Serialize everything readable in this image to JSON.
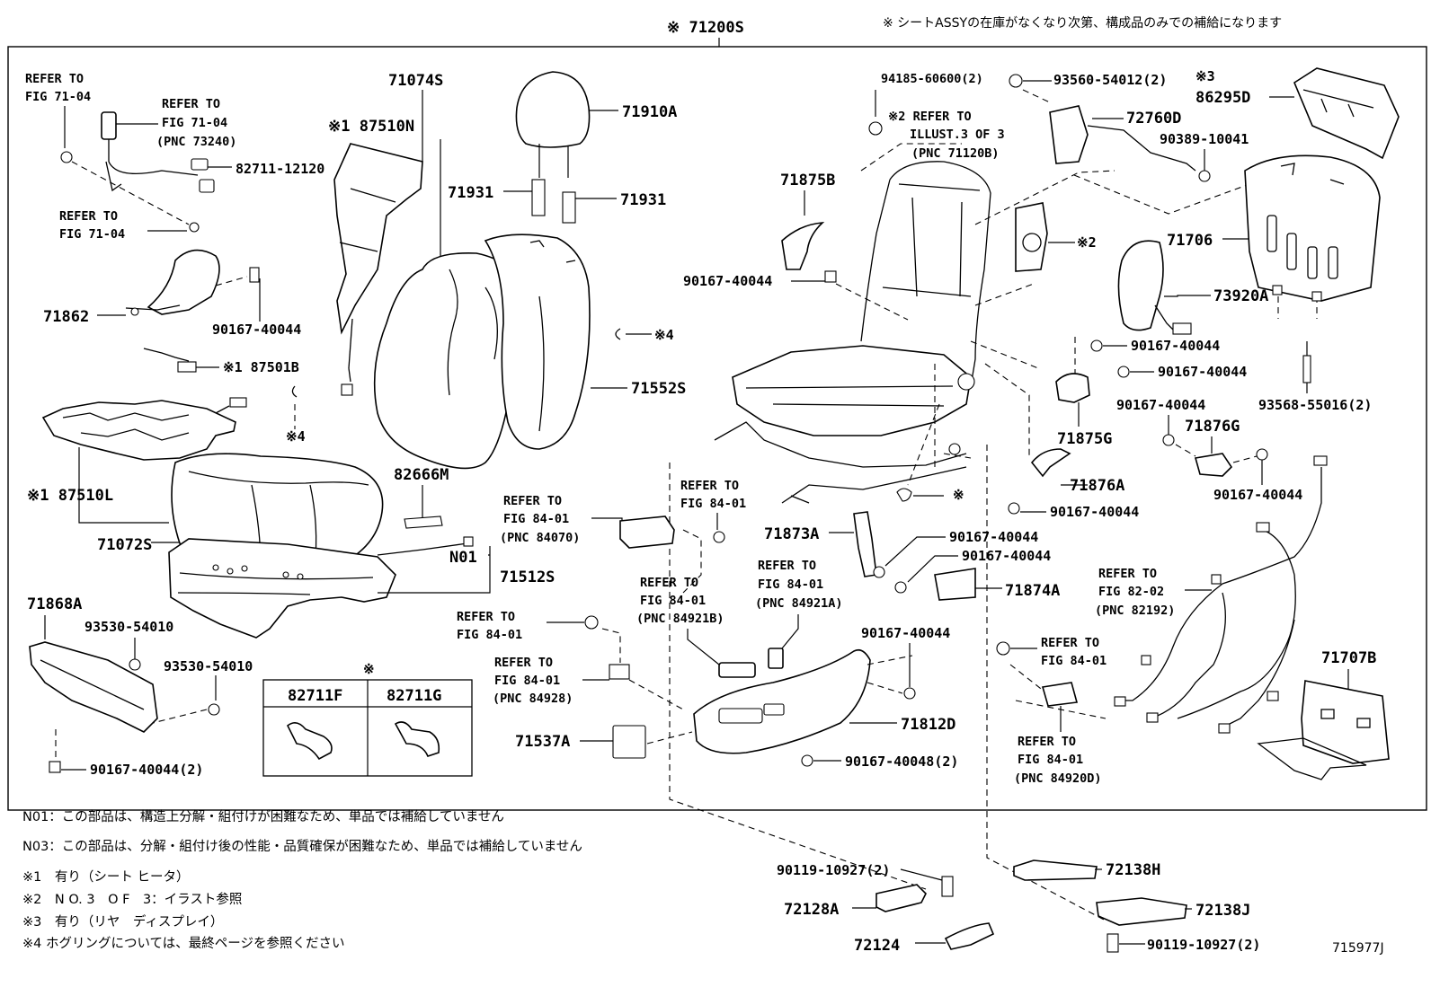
{
  "header": {
    "assy_number": "※ 71200S",
    "supply_note": "※ シートASSYの在庫がなくなり次第、構成品のみでの補給になります"
  },
  "labels": {
    "refer_fig7104_a_l1": "REFER TO",
    "refer_fig7104_a_l2": "FIG 71-04",
    "refer_fig7104_b_l1": "REFER TO",
    "refer_fig7104_b_l2": "FIG 71-04",
    "refer_fig7104_b_l3": "(PNC 73240)",
    "refer_fig7104_c_l1": "REFER TO",
    "refer_fig7104_c_l2": "FIG 71-04",
    "p82711_12120": "82711-12120",
    "p71862": "71862",
    "p90167_40044_a": "90167-40044",
    "p87501B": "※1 87501B",
    "p87510N": "※1 87510N",
    "p71074S": "71074S",
    "p71910A": "71910A",
    "p71931_a": "71931",
    "p71931_b": "71931",
    "p71552S": "71552S",
    "p_mark4_a": "※4",
    "p_mark4_b": "※4",
    "p87510L": "※1 87510L",
    "p71072S": "71072S",
    "p82666M": "82666M",
    "pN01": "N01",
    "p71512S": "71512S",
    "p71868A": "71868A",
    "p93530_54010_a": "93530-54010",
    "p93530_54010_b": "93530-54010",
    "p90167_40044_2_a": "90167-40044(2)",
    "table_mark": "※",
    "table_col1": "82711F",
    "table_col2": "82711G",
    "refer_8401_a_l1": "REFER TO",
    "refer_8401_a_l2": "FIG 84-01",
    "refer_8401_a_l3": "(PNC 84070)",
    "refer_8401_b_l1": "REFER TO",
    "refer_8401_b_l2": "FIG 84-01",
    "refer_8401_c_l1": "REFER TO",
    "refer_8401_c_l2": "FIG 84-01",
    "refer_8401_c_l3": "(PNC 84921B)",
    "refer_8401_d_l1": "REFER TO",
    "refer_8401_d_l2": "FIG 84-01",
    "refer_8401_d_l3": "(PNC 84921A)",
    "refer_8401_e_l1": "REFER TO",
    "refer_8401_e_l2": "FIG 84-01",
    "refer_8401_f_l1": "REFER TO",
    "refer_8401_f_l2": "FIG 84-01",
    "refer_8401_f_l3": "(PNC 84928)",
    "refer_8401_g_l1": "REFER TO",
    "refer_8401_g_l2": "FIG 84-01",
    "refer_8401_h_l1": "REFER TO",
    "refer_8401_h_l2": "FIG 84-01",
    "refer_8401_h_l3": "(PNC 84920D)",
    "refer_8202_l1": "REFER TO",
    "refer_8202_l2": "FIG 82-02",
    "refer_8202_l3": "(PNC 82192)",
    "p71537A": "71537A",
    "p71812D": "71812D",
    "p90167_40048_2": "90167-40048(2)",
    "p90167_40044_b": "90167-40044",
    "p71873A": "71873A",
    "p90167_40044_c": "90167-40044",
    "p90167_40044_d": "90167-40044",
    "p71874A": "71874A",
    "p94185_60600": "94185-60600(2)",
    "p_mark2_refer_l1": "※2 REFER TO",
    "p_mark2_refer_l2": "ILLUST.3 OF 3",
    "p_mark2_refer_l3": "(PNC 71120B)",
    "p71875B": "71875B",
    "p90167_40044_e": "90167-40044",
    "p_mark_frame": "※",
    "p93560_54012": "93560-54012(2)",
    "p_mark3": "※3",
    "p72760D": "72760D",
    "p86295D": "86295D",
    "p90389_10041": "90389-10041",
    "p_mark2": "※2",
    "p71706": "71706",
    "p73920A": "73920A",
    "p90167_40044_f": "90167-40044",
    "p90167_40044_g": "90167-40044",
    "p71875G": "71875G",
    "p90167_40044_h": "90167-40044",
    "p93568_55016": "93568-55016(2)",
    "p71876G": "71876G",
    "p71876A": "71876A",
    "p90167_40044_i": "90167-40044",
    "p90167_40044_j": "90167-40044",
    "p71707B": "71707B",
    "p90119_10927_a": "90119-10927(2)",
    "p72128A": "72128A",
    "p72124": "72124",
    "p72138H": "72138H",
    "p72138J": "72138J",
    "p90119_10927_b": "90119-10927(2)"
  },
  "notes": {
    "n01": "N01：この部品は、構造上分解・組付けが困難なため、単品では補給していません",
    "n03": "N03：この部品は、分解・組付け後の性能・品質確保が困難なため、単品では補給していません",
    "m1": "※1　有り（シート ヒータ）",
    "m2": "※2　N O. 3　O F　3：イラスト参照",
    "m3": "※3　有り（リヤ　ディスプレイ）",
    "m4": "※4  ホグリングについては、最終ページを参照ください"
  },
  "footer": {
    "illustration_id": "715977J"
  }
}
